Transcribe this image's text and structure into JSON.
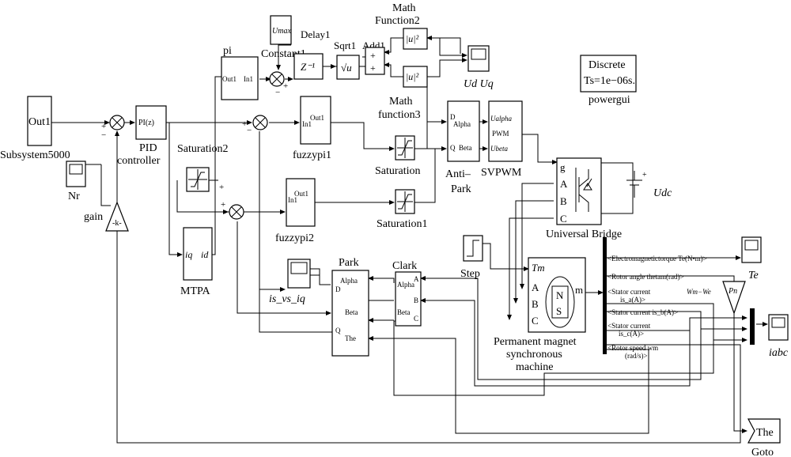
{
  "blocks": {
    "subsystem": {
      "port": "Out1",
      "label": "Subsystem5000"
    },
    "nr": {
      "label": "Nr"
    },
    "gain": {
      "label": "gain",
      "symbol": "-k-"
    },
    "pid": {
      "body": "PI(z)",
      "label_line1": "PID",
      "label_line2": "controller"
    },
    "sum_signs": {
      "plus": "+",
      "minus": "−"
    },
    "saturation2": {
      "label": "Saturation2"
    },
    "mtpa": {
      "port_iq": "iq",
      "port_id": "id",
      "label": "MTPA"
    },
    "pi": {
      "label": "pi",
      "port_out": "Out1",
      "port_in": "In1"
    },
    "constant1": {
      "value": "Umax",
      "label": "Constant1"
    },
    "delay1": {
      "label": "Delay1",
      "body": "Z⁻¹"
    },
    "sqrt1": {
      "label": "Sqrt1",
      "body": "√u"
    },
    "add1": {
      "label": "Add1",
      "signs": "+ +"
    },
    "math2": {
      "label_line1": "Math",
      "label_line2": "Function2",
      "body": "|u|²"
    },
    "math3": {
      "label_line1": "Math",
      "label_line2": "function3",
      "body": "|u|²"
    },
    "scope_udq": {
      "label": "Ud Uq"
    },
    "fuzzypi1": {
      "out": "Out1",
      "in": "In1",
      "label": "fuzzypi1"
    },
    "fuzzypi2": {
      "out": "Out1",
      "in": "In1",
      "label": "fuzzypi2"
    },
    "saturation": {
      "label": "Saturation"
    },
    "saturation1": {
      "label": "Saturation1"
    },
    "antipark": {
      "d": "D",
      "alpha": "Alpha",
      "q": "Q",
      "beta": "Beta",
      "label_line1": "Anti–",
      "label_line2": "Park"
    },
    "svpwm": {
      "ualpha": "Ualpha",
      "pwm": "PWM",
      "ubeta": "Ubeta",
      "label": "SVPWM"
    },
    "powergui": {
      "line1": "Discrete",
      "line2": "Ts=1e−06s.",
      "label": "powergui"
    },
    "bridge": {
      "g": "g",
      "a": "A",
      "b": "B",
      "c": "C",
      "label": "Universal Bridge"
    },
    "dc": {
      "label": "Udc"
    },
    "step": {
      "label": "Step"
    },
    "pmsm": {
      "tm": "Tm",
      "a": "A",
      "b": "B",
      "c": "C",
      "m": "m",
      "n": "N",
      "s": "S",
      "label_line1": "Permanent magnet",
      "label_line2": "synchronous",
      "label_line3": "machine"
    },
    "bus": {
      "te": "<Electromagnetictorque Te(N•m)>",
      "theta": "<Rotor angle thetam(rad)>",
      "isa_1": "<Stator current",
      "isa_2": "is_a(A)>",
      "isb": "<Stator current is_b(A)>",
      "isc_1": "<Stator current",
      "isc_2": "is_c(A)>",
      "wm_1": "<Rotor speed wm",
      "wm_2": "(rad/s)>"
    },
    "wm_we": "Wm−We",
    "pn": "Pn",
    "scope_te": {
      "label": "Te"
    },
    "scope_iabc": {
      "label": "iabc"
    },
    "clark": {
      "label": "Clark",
      "a": "A",
      "alpha": "Alpha",
      "b": "B",
      "beta": "Beta",
      "c": "C"
    },
    "park": {
      "label": "Park",
      "alpha": "Alpha",
      "d": "D",
      "beta": "Beta",
      "q": "Q",
      "the": "The"
    },
    "scope_isiq": {
      "label": "is_vs_iq"
    },
    "goto": {
      "tag": "The",
      "label": "Goto"
    }
  }
}
